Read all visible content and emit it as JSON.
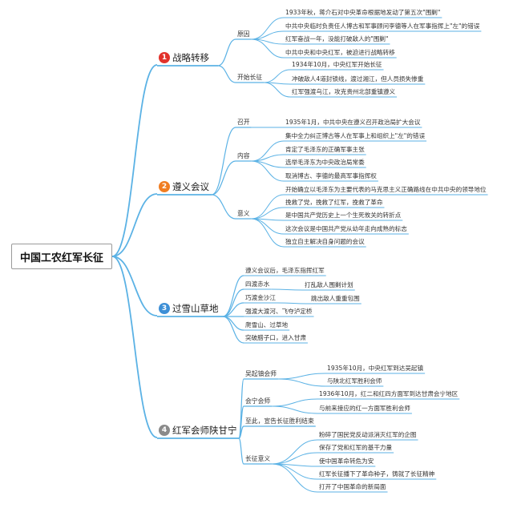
{
  "root": {
    "label": "中国工农红军长征"
  },
  "colors": {
    "line": "#5bb2e5",
    "rootBorder": "#9a9a9a"
  },
  "topics": [
    {
      "number": "1",
      "label": "战略转移",
      "badge_color": "#e2322c",
      "groups": [
        {
          "label": "原因",
          "items": [
            "1933年秋，蒋介石对中央革命根据地发动了第五次\"围剿\"",
            "中共中央临时负责任人博古和军事顾问李德等人在军事指挥上\"左\"的错误",
            "红军奋战一年，没能打破敌人的\"围剿\"",
            "中共中央和中央红军，被迫进行战略转移"
          ]
        },
        {
          "label": "开始长征",
          "items": [
            "1934年10月，中央红军开始长征",
            "冲破敌人4道封锁线，渡过湘江，但人员损失惨重",
            "红军强渡乌江，攻克贵州北部重镇遵义"
          ]
        }
      ]
    },
    {
      "number": "2",
      "label": "遵义会议",
      "badge_color": "#f07d22",
      "groups": [
        {
          "label": "召开",
          "items": [
            "1935年1月，中共中央在遵义召开政治局扩大会议"
          ]
        },
        {
          "label": "内容",
          "items": [
            "集中全力纠正博古等人在军事上和组织上\"左\"的错误",
            "肯定了毛泽东的正确军事主张",
            "选举毛泽东为中央政治局常委",
            "取消博古、李德的最高军事指挥权"
          ]
        },
        {
          "label": "意义",
          "items": [
            "开始确立以毛泽东为主要代表的马克思主义正确路线在中共中央的领导地位",
            "挽救了党，挽救了红军，挽救了革命",
            "是中国共产党历史上一个生死攸关的转折点",
            "这次会议是中国共产党从幼年走向成熟的标志",
            "独立自主解决自身问题的会议"
          ]
        }
      ]
    },
    {
      "number": "3",
      "label": "过雪山草地",
      "badge_color": "#3d8fd6",
      "items": [
        "遵义会议后，毛泽东指挥红军",
        "四渡赤水",
        "巧渡金沙江",
        "强渡大渡河、飞夺泸定桥",
        "爬雪山、过草地",
        "突破腊子口，进入甘肃"
      ],
      "extras": [
        {
          "parent": 1,
          "label": "打乱敌人围剿计划"
        },
        {
          "parent": 2,
          "label": "跳出敌人重重包围"
        }
      ]
    },
    {
      "number": "4",
      "label": "红军会师陕甘宁",
      "badge_color": "#8a8a8a",
      "groups": [
        {
          "label": "吴起镇会师",
          "items": [
            "1935年10月，中央红军到达吴起镇",
            "与陕北红军胜利会师"
          ]
        },
        {
          "label": "会宁会师",
          "items": [
            "1936年10月，红二和红四方面军到达甘肃会宁地区",
            "与前来接应的红一方面军胜利会师"
          ]
        },
        {
          "label": "至此，宣告长征胜利结束",
          "items": []
        },
        {
          "label": "长征意义",
          "items": [
            "粉碎了国民党反动派消灭红军的企图",
            "保存了党和红军的基干力量",
            "使中国革命转危为安",
            "红军长征播下了革命种子，铸就了长征精神",
            "打开了中国革命的新局面"
          ]
        }
      ]
    }
  ]
}
